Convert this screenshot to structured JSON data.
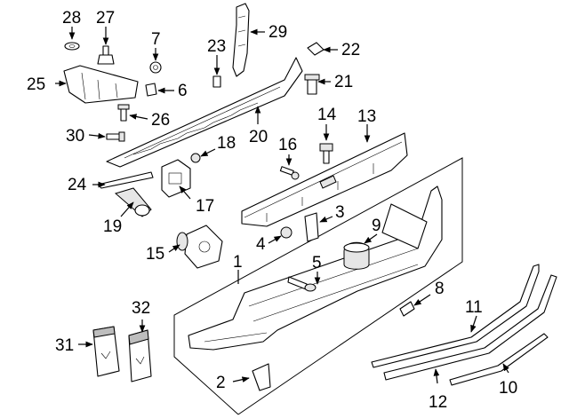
{
  "callouts": [
    "1",
    "2",
    "3",
    "4",
    "5",
    "6",
    "7",
    "8",
    "9",
    "10",
    "11",
    "12",
    "13",
    "14",
    "15",
    "16",
    "17",
    "18",
    "19",
    "20",
    "21",
    "22",
    "23",
    "24",
    "25",
    "26",
    "27",
    "28",
    "29",
    "30",
    "31",
    "32"
  ]
}
